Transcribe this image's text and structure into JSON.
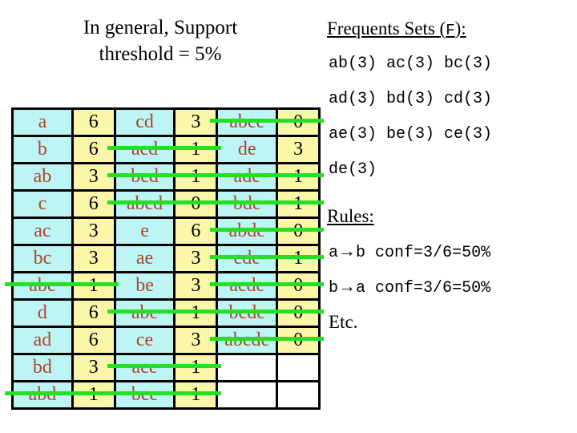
{
  "slide": {
    "title_line_1": "In general, Support",
    "title_line_2": "threshold = 5%"
  },
  "colors": {
    "itemset_cell_bg": "#bdf5f5",
    "count_cell_bg": "#fbf6a8",
    "itemset_text": "#b0432a",
    "count_text": "#000000",
    "strike_line": "#24e024",
    "border": "#000000"
  },
  "table": {
    "columns": [
      "itemset",
      "count",
      "itemset",
      "count",
      "itemset",
      "count"
    ],
    "rows": [
      [
        {
          "set": "a",
          "count": "6",
          "struck": false
        },
        {
          "set": "cd",
          "count": "3",
          "struck": false
        },
        {
          "set": "abce",
          "count": "0",
          "struck": true
        }
      ],
      [
        {
          "set": "b",
          "count": "6",
          "struck": false
        },
        {
          "set": "acd",
          "count": "1",
          "struck": true
        },
        {
          "set": "de",
          "count": "3",
          "struck": false
        }
      ],
      [
        {
          "set": "ab",
          "count": "3",
          "struck": false
        },
        {
          "set": "bcd",
          "count": "1",
          "struck": true
        },
        {
          "set": "ade",
          "count": "1",
          "struck": true
        }
      ],
      [
        {
          "set": "c",
          "count": "6",
          "struck": false
        },
        {
          "set": "abcd",
          "count": "0",
          "struck": true
        },
        {
          "set": "bde",
          "count": "1",
          "struck": true
        }
      ],
      [
        {
          "set": "ac",
          "count": "3",
          "struck": false
        },
        {
          "set": "e",
          "count": "6",
          "struck": false
        },
        {
          "set": "abde",
          "count": "0",
          "struck": true
        }
      ],
      [
        {
          "set": "bc",
          "count": "3",
          "struck": false
        },
        {
          "set": "ae",
          "count": "3",
          "struck": false
        },
        {
          "set": "cde",
          "count": "1",
          "struck": true
        }
      ],
      [
        {
          "set": "abc",
          "count": "1",
          "struck": true
        },
        {
          "set": "be",
          "count": "3",
          "struck": false
        },
        {
          "set": "acde",
          "count": "0",
          "struck": true
        }
      ],
      [
        {
          "set": "d",
          "count": "6",
          "struck": false
        },
        {
          "set": "abe",
          "count": "1",
          "struck": true
        },
        {
          "set": "bcde",
          "count": "0",
          "struck": true
        }
      ],
      [
        {
          "set": "ad",
          "count": "6",
          "struck": false
        },
        {
          "set": "ce",
          "count": "3",
          "struck": false
        },
        {
          "set": "abcde",
          "count": "0",
          "struck": true
        }
      ],
      [
        {
          "set": "bd",
          "count": "3",
          "struck": false
        },
        {
          "set": "ace",
          "count": "1",
          "struck": true
        },
        null
      ],
      [
        {
          "set": "abd",
          "count": "1",
          "struck": true
        },
        {
          "set": "bce",
          "count": "1",
          "struck": true
        },
        null
      ]
    ]
  },
  "frequent_sets": {
    "heading_prefix": "Frequents Sets (",
    "heading_symbol": "F",
    "heading_suffix": "):",
    "lines": [
      "ab(3) ac(3) bc(3)",
      "ad(3) bd(3) cd(3)",
      "ae(3) be(3) ce(3)",
      "de(3)"
    ]
  },
  "rules": {
    "heading": "Rules:",
    "items": [
      {
        "antecedent": "a",
        "arrow": "→",
        "consequent": "b",
        "conf": "conf=3/6=50%"
      },
      {
        "antecedent": "b",
        "arrow": "→",
        "consequent": "a",
        "conf": "conf=3/6=50%"
      }
    ],
    "etc": "Etc."
  }
}
